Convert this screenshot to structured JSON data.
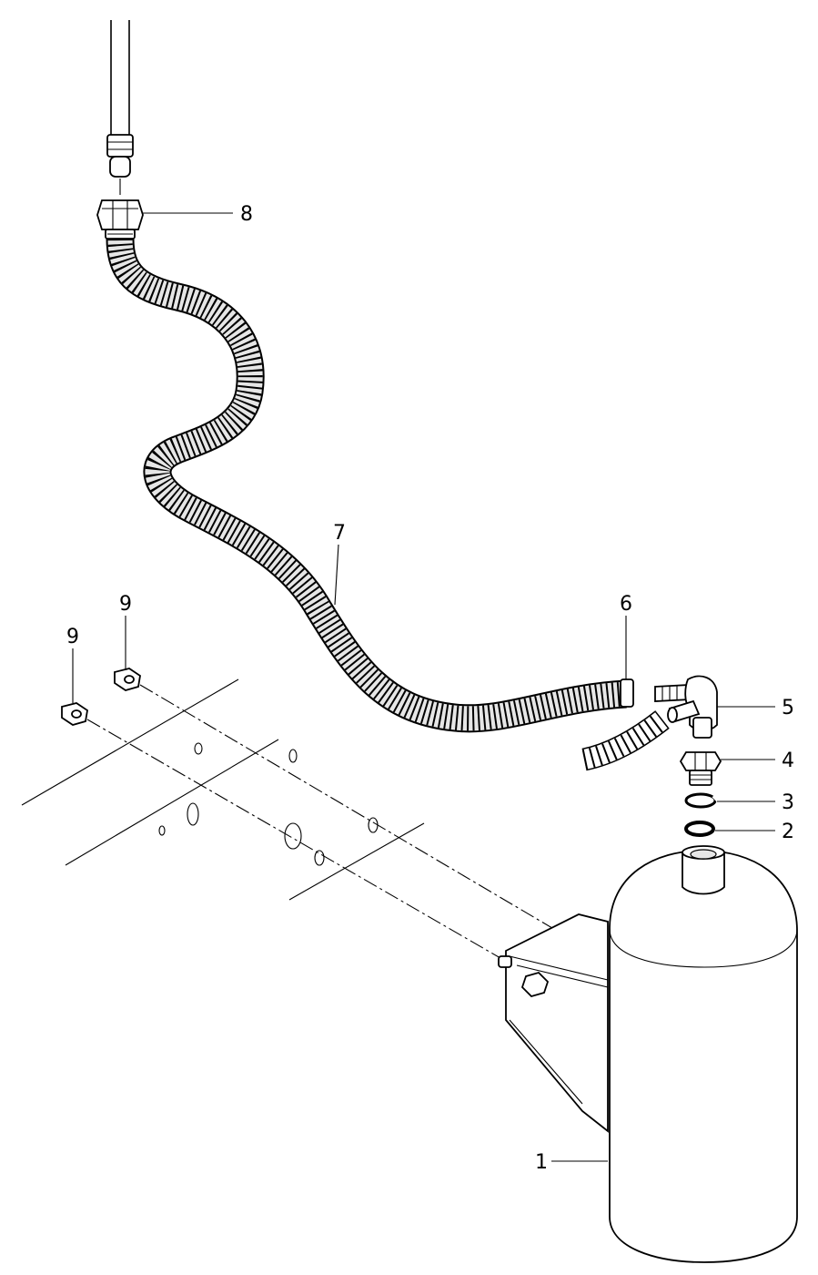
{
  "callouts": {
    "c1": "1",
    "c2": "2",
    "c3": "3",
    "c4": "4",
    "c5": "5",
    "c6": "6",
    "c7": "7",
    "c8": "8",
    "c9a": "9",
    "c9b": "9"
  },
  "colors": {
    "line": "#000000",
    "background": "#ffffff",
    "hose_shade": "#e6e6e6"
  }
}
